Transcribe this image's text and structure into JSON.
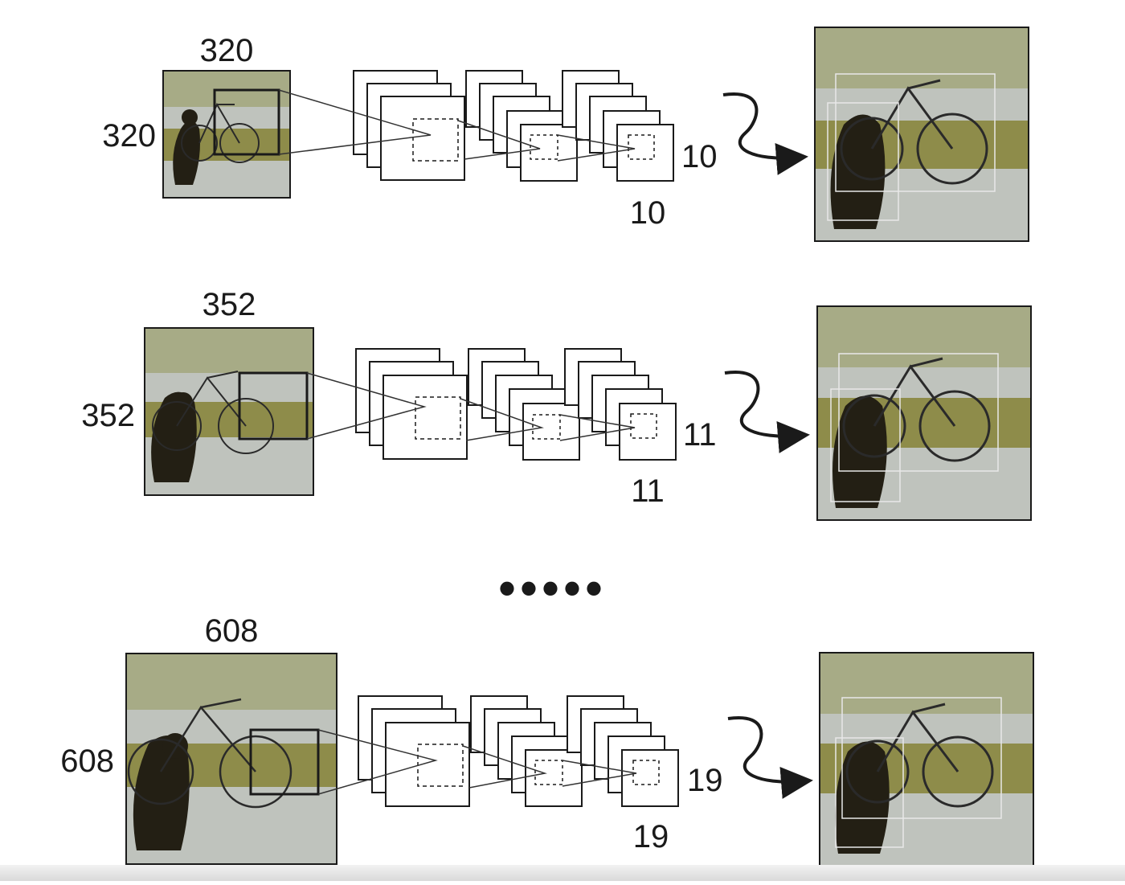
{
  "ellipsis": "•••••",
  "colors": {
    "road": "#bfc3bd",
    "grass": "#8e8c4a",
    "foliage": "#a7ab86",
    "dog": "#231f14",
    "frame": "#2a2a2a",
    "box_light": "#e8e8e8"
  },
  "rows": [
    {
      "name": "row-320",
      "input_width_label": "320",
      "input_height_label": "320",
      "grid_width_label": "10",
      "grid_height_label": "10"
    },
    {
      "name": "row-352",
      "input_width_label": "352",
      "input_height_label": "352",
      "grid_width_label": "11",
      "grid_height_label": "11"
    },
    {
      "name": "row-608",
      "input_width_label": "608",
      "input_height_label": "608",
      "grid_width_label": "19",
      "grid_height_label": "19"
    }
  ]
}
